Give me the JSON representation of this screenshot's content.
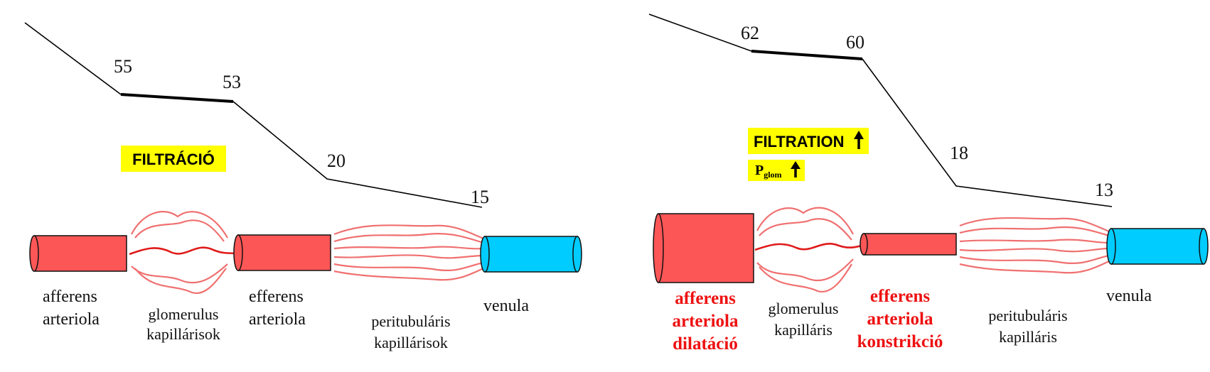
{
  "left_panel": {
    "pressures": [
      "55",
      "53",
      "20",
      "15"
    ],
    "highlight": "FILTRÁCIÓ",
    "labels": {
      "afferent_1": "afferens",
      "afferent_2": "arteriola",
      "glomerulus_1": "glomerulus",
      "glomerulus_2": "kapillárisok",
      "efferent_1": "efferens",
      "efferent_2": "arteriola",
      "peritubular_1": "peritubuláris",
      "peritubular_2": "kapillárisok",
      "venule": "venula"
    }
  },
  "right_panel": {
    "pressures": [
      "62",
      "60",
      "18",
      "13"
    ],
    "highlight": "FILTRATION",
    "pglom_main": "P",
    "pglom_sub": "glom",
    "labels": {
      "afferent_1": "afferens",
      "afferent_2": "arteriola",
      "afferent_3": "dilatáció",
      "glomerulus_1": "glomerulus",
      "glomerulus_2": "kapilláris",
      "efferent_1": "efferens",
      "efferent_2": "arteriola",
      "efferent_3": "konstrikció",
      "peritubular_1": "peritubuláris",
      "peritubular_2": "kapilláris",
      "venule": "venula"
    }
  },
  "colors": {
    "arteriole": "#fd5656",
    "venule": "#00ccff",
    "highlight": "#ffff00",
    "emphasis_text": "#ee1111"
  }
}
